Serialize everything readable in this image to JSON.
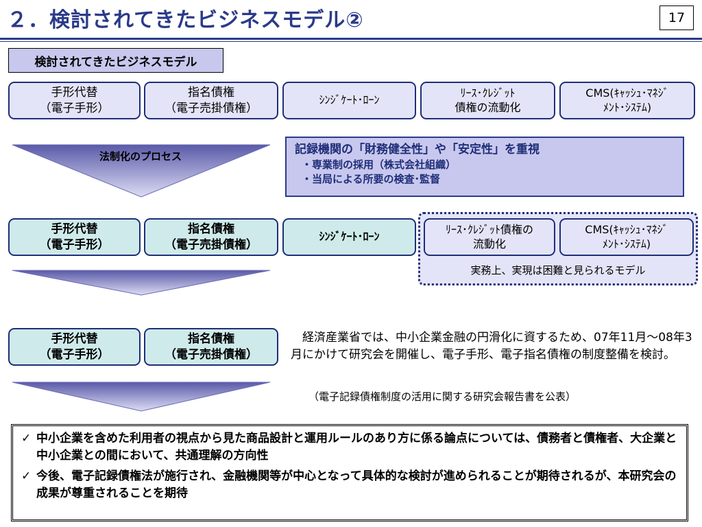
{
  "header": {
    "title": "２．検討されてきたビジネスモデル②",
    "page_number": "17"
  },
  "section_label": "検討されてきたビジネスモデル",
  "row1": {
    "tegata": [
      "手形代替",
      "（電子手形）"
    ],
    "shimei": [
      "指名債権",
      "（電子売掛債権）"
    ],
    "syndicate": "ｼﾝｼﾞｹｰﾄ･ﾛｰﾝ",
    "lease": [
      "ﾘｰｽ･ｸﾚｼﾞｯﾄ",
      "債権の流動化"
    ],
    "cms": [
      "CMS(ｷｬｯｼｭ･ﾏﾈｼﾞ",
      "ﾒﾝﾄ･ｼｽﾃﾑ)"
    ]
  },
  "arrow1_label": "法制化のプロセス",
  "note": {
    "title": "記録機関の「財務健全性」や「安定性」を重視",
    "items": [
      "・専業制の採用（株式会社組織）",
      "・当局による所要の検査･監督"
    ]
  },
  "row2": {
    "tegata": [
      "手形代替",
      "（電子手形）"
    ],
    "shimei": [
      "指名債権",
      "（電子売掛債権）"
    ],
    "syndicate": "ｼﾝｼﾞｹｰﾄ･ﾛｰﾝ",
    "lease": [
      "ﾘｰｽ･ｸﾚｼﾞｯﾄ債権の",
      "流動化"
    ],
    "cms": [
      "CMS(ｷｬｯｼｭ･ﾏﾈｼﾞ",
      "ﾒﾝﾄ･ｼｽﾃﾑ)"
    ],
    "difficult_caption": "実務上、実現は困難と見られるモデル"
  },
  "row3": {
    "tegata": [
      "手形代替",
      "（電子手形）"
    ],
    "shimei": [
      "指名債権",
      "（電子売掛債権）"
    ]
  },
  "paragraph": "経済産業省では、中小企業金融の円滑化に資するため、07年11月～08年3月にかけて研究会を開催し、電子手形、電子指名債権の制度整備を検討。",
  "report_note": "（電子記録債権制度の活用に関する研究会報告書を公表）",
  "conclusions": [
    "中小企業を含めた利用者の視点から見た商品設計と運用ルールのあり方に係る論点については、債務者と債権者、大企業と中小企業との間において、共通理解の方向性",
    "今後、電子記録債権法が施行され、金融機関等が中心となって具体的な検討が進められることが期待されるが、本研究会の成果が尊重されることを期待"
  ],
  "check_mark": "✓",
  "colors": {
    "navy": "#1f2e78",
    "lavender": "#e4e4f8",
    "teal_fill": "#cfeaea",
    "label_fill": "#c8c8ee",
    "arrow_fill": "#9494cc"
  }
}
